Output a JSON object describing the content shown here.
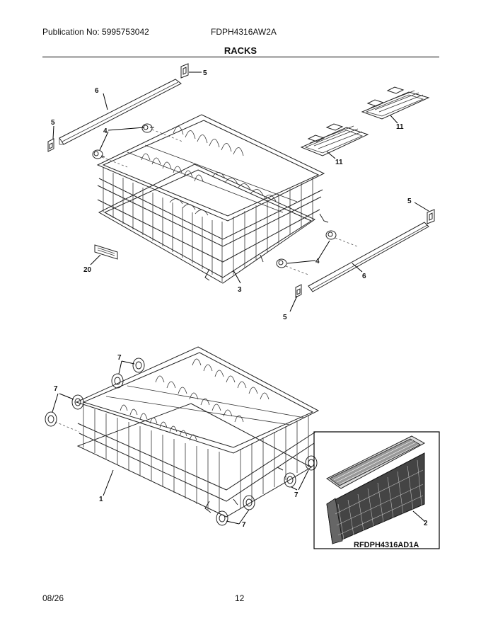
{
  "header": {
    "publication": "Publication No: 5995753042",
    "model": "FDPH4316AW2A",
    "section_title": "RACKS"
  },
  "footer": {
    "date": "08/26",
    "page": "12"
  },
  "callouts": {
    "upper_rail_top_left": "5",
    "upper_rail_left_end": "5",
    "left_rail": "6",
    "left_rollers": "4",
    "shelf_upper": "11",
    "shelf_lower": "11",
    "right_rail_end_top": "5",
    "right_rollers": "4",
    "right_rail": "6",
    "right_rail_end_bottom": "5",
    "upper_rack": "3",
    "label_plate": "20",
    "wheel_top": "7",
    "wheel_left": "7",
    "wheel_right": "7",
    "wheel_bottom": "7",
    "lower_rack": "1",
    "silverware_basket": "2"
  },
  "diagram_id": "RFDPH4316AD1A"
}
